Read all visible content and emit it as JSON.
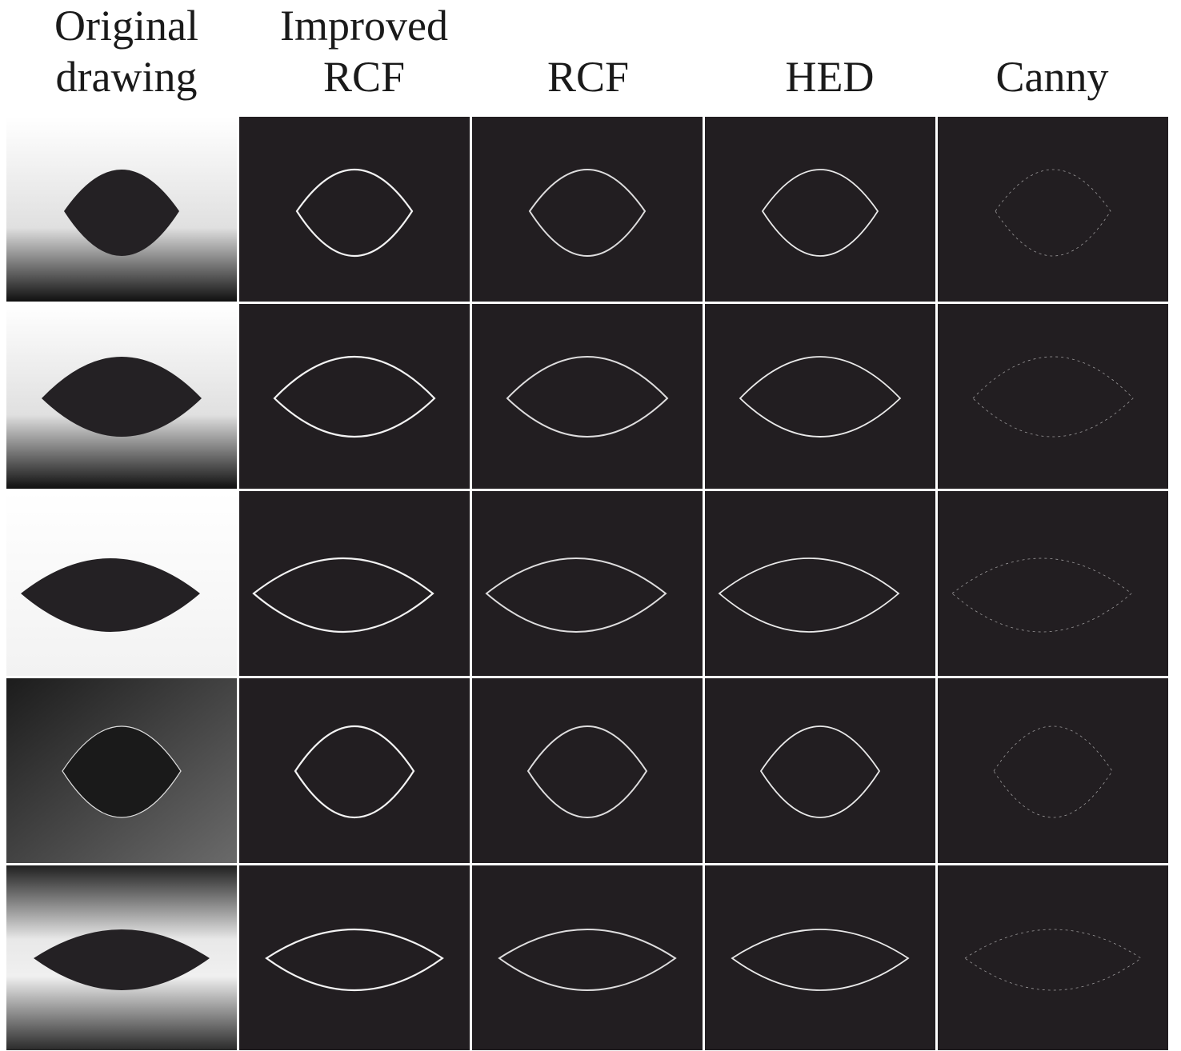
{
  "figure": {
    "columns": [
      {
        "line1": "Original",
        "line2": "drawing"
      },
      {
        "line1": "Improved",
        "line2": "RCF"
      },
      {
        "line1": "",
        "line2": "RCF"
      },
      {
        "line1": "",
        "line2": "HED"
      },
      {
        "line1": "",
        "line2": "Canny"
      }
    ],
    "rows": 5,
    "colors": {
      "panel_background": "#221e21",
      "edge": "#ffffff",
      "page": "#ffffff"
    }
  }
}
